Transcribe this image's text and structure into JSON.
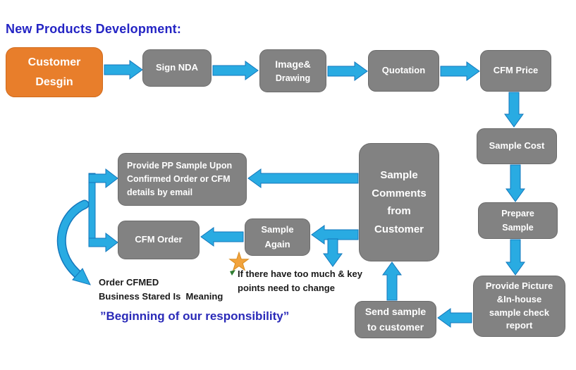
{
  "title": "New Products Development:",
  "nodes": {
    "customer_design": {
      "lines": [
        "Customer",
        "Desgin"
      ]
    },
    "sign_nda": {
      "lines": [
        "Sign NDA"
      ]
    },
    "image_drawing": {
      "lines": [
        "Image&",
        "Drawing"
      ]
    },
    "quotation": {
      "lines": [
        "Quotation"
      ]
    },
    "cfm_price": {
      "lines": [
        "CFM Price"
      ]
    },
    "sample_cost": {
      "lines": [
        "Sample Cost"
      ]
    },
    "prepare_sample": {
      "lines": [
        "Prepare",
        "Sample"
      ]
    },
    "provide_picture": {
      "lines": [
        "Provide Picture",
        "&In-house",
        "sample check",
        "report"
      ]
    },
    "send_sample": {
      "lines": [
        "Send sample",
        "to customer"
      ]
    },
    "sample_comments": {
      "lines": [
        "Sample",
        "Comments",
        "from",
        "Customer"
      ]
    },
    "provide_pp": {
      "lines": [
        "Provide PP Sample Upon",
        "Confirmed Order or CFM",
        "details by email"
      ]
    },
    "cfm_order": {
      "lines": [
        "CFM Order"
      ]
    },
    "sample_again": {
      "lines": [
        "Sample",
        "Again"
      ]
    }
  },
  "notes": {
    "change_note": {
      "lines": [
        "If there have too much & key",
        "points need to change"
      ]
    },
    "order_note": {
      "lines": [
        "Order CFMED",
        "Business Stared Is  Meaning"
      ]
    },
    "responsibility_quote": "”Beginning of our responsibility”"
  },
  "icons": {
    "star": "star-icon"
  },
  "colors": {
    "title_text": "#2424C4",
    "arrow_fill": "#29ABE2",
    "arrow_border": "#1377BC",
    "node_gray": "#828282",
    "node_orange": "#E87E2B",
    "note_text": "#1A1A1A",
    "quote_text": "#2A2AB8",
    "star_gold": "#F2A33C"
  }
}
